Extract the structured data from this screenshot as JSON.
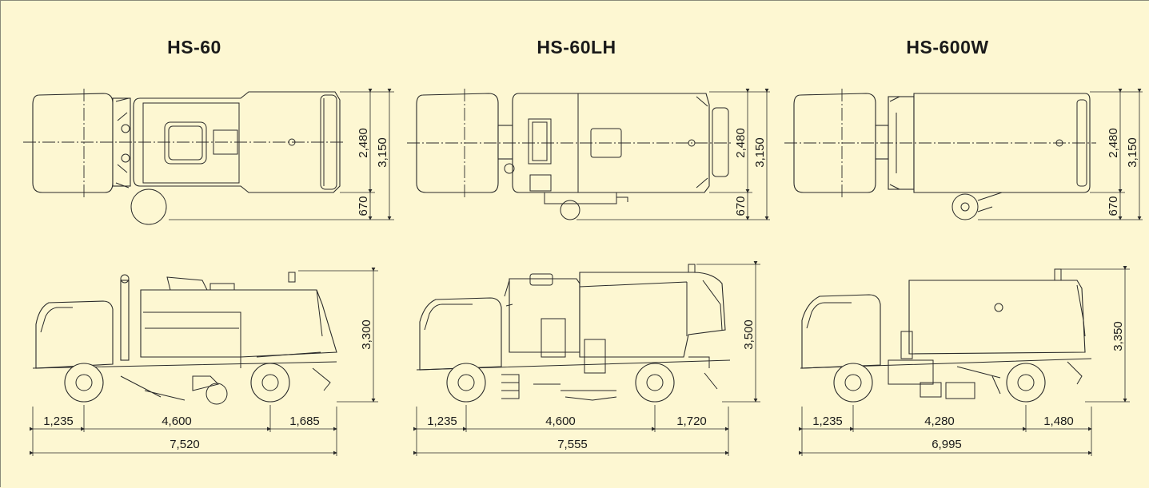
{
  "models": [
    {
      "title": "HS-60",
      "width_dims": [
        "2,480",
        "3,150",
        "670"
      ],
      "height_dim": "3,300",
      "length_dims": [
        "1,235",
        "4,600",
        "1,685"
      ],
      "total_length": "7,520"
    },
    {
      "title": "HS-60LH",
      "width_dims": [
        "2,480",
        "3,150",
        "670"
      ],
      "height_dim": "3,500",
      "length_dims": [
        "1,235",
        "4,600",
        "1,720"
      ],
      "total_length": "7,555"
    },
    {
      "title": "HS-600W",
      "width_dims": [
        "2,480",
        "3,150",
        "670"
      ],
      "height_dim": "3,350",
      "length_dims": [
        "1,235",
        "4,280",
        "1,480"
      ],
      "total_length": "6,995"
    }
  ],
  "colors": {
    "background": "#fdf7d2",
    "line": "#2a2a2a"
  }
}
